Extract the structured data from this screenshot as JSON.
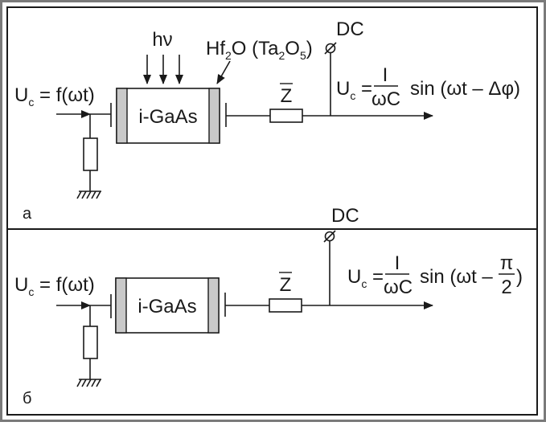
{
  "panel_a": {
    "letter": "а",
    "input": {
      "base": "U",
      "sub": "c",
      "rest": " = f(ωt)"
    },
    "light": "hν",
    "coating": {
      "p1": "Hf",
      "s1": "2",
      "p2": "O (Ta",
      "s2": "2",
      "p3": "O",
      "s3": "5",
      "p4": ")"
    },
    "device": "i-GaAs",
    "impedance": "Z",
    "dc": "DC",
    "output": {
      "base": "U",
      "sub": "c",
      "eq": " =",
      "num": "I",
      "den": "ωC",
      "tail": "sin (ωt – Δφ)"
    }
  },
  "panel_b": {
    "letter": "б",
    "input": {
      "base": "U",
      "sub": "c",
      "rest": " = f(ωt)"
    },
    "device": "i-GaAs",
    "impedance": "Z",
    "dc": "DC",
    "output": {
      "base": "U",
      "sub": "c",
      "eq": " =",
      "num": "I",
      "den": "ωC",
      "tail": "sin (ωt –",
      "pi_num": "π",
      "pi_den": "2",
      "close": ")"
    }
  },
  "colors": {
    "outer_border": "#7a7a7a",
    "panel_border": "#1a1a1a",
    "plate_fill": "#c9c9c9"
  }
}
